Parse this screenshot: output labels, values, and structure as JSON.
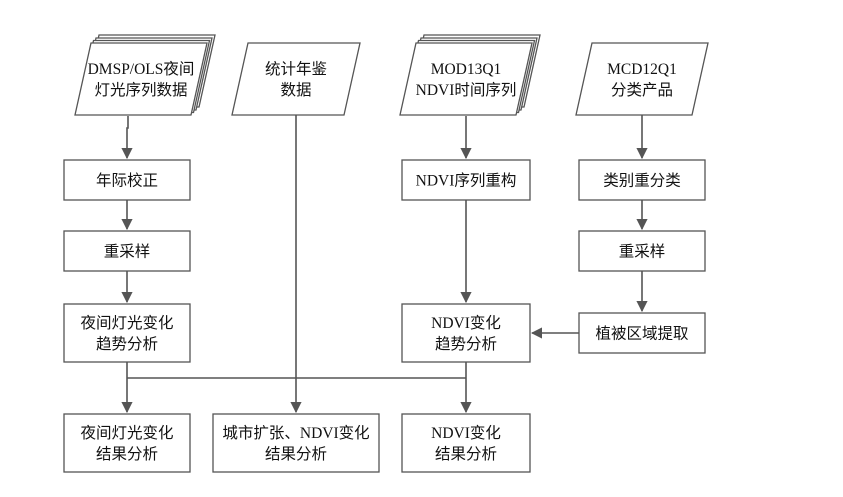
{
  "nodes": {
    "dmsp": {
      "lines": [
        "DMSP/OLS夜间",
        "灯光序列数据"
      ]
    },
    "stat": {
      "lines": [
        "统计年鉴",
        "数据"
      ]
    },
    "mod": {
      "lines": [
        "MOD13Q1",
        "NDVI时间序列"
      ]
    },
    "mcd": {
      "lines": [
        "MCD12Q1",
        "分类产品"
      ]
    },
    "n1": {
      "lines": [
        "年际校正"
      ]
    },
    "n2": {
      "lines": [
        "重采样"
      ]
    },
    "n3": {
      "lines": [
        "夜间灯光变化",
        "趋势分析"
      ]
    },
    "m1": {
      "lines": [
        "NDVI序列重构"
      ]
    },
    "m2": {
      "lines": [
        "NDVI变化",
        "趋势分析"
      ]
    },
    "c1": {
      "lines": [
        "类别重分类"
      ]
    },
    "c2": {
      "lines": [
        "重采样"
      ]
    },
    "c3": {
      "lines": [
        "植被区域提取"
      ]
    },
    "r1": {
      "lines": [
        "夜间灯光变化",
        "结果分析"
      ]
    },
    "r2": {
      "lines": [
        "城市扩张、NDVI变化",
        "结果分析"
      ]
    },
    "r3": {
      "lines": [
        "NDVI变化",
        "结果分析"
      ]
    }
  },
  "colors": {
    "stroke": "#555555",
    "text": "#111111",
    "fill": "#ffffff"
  }
}
